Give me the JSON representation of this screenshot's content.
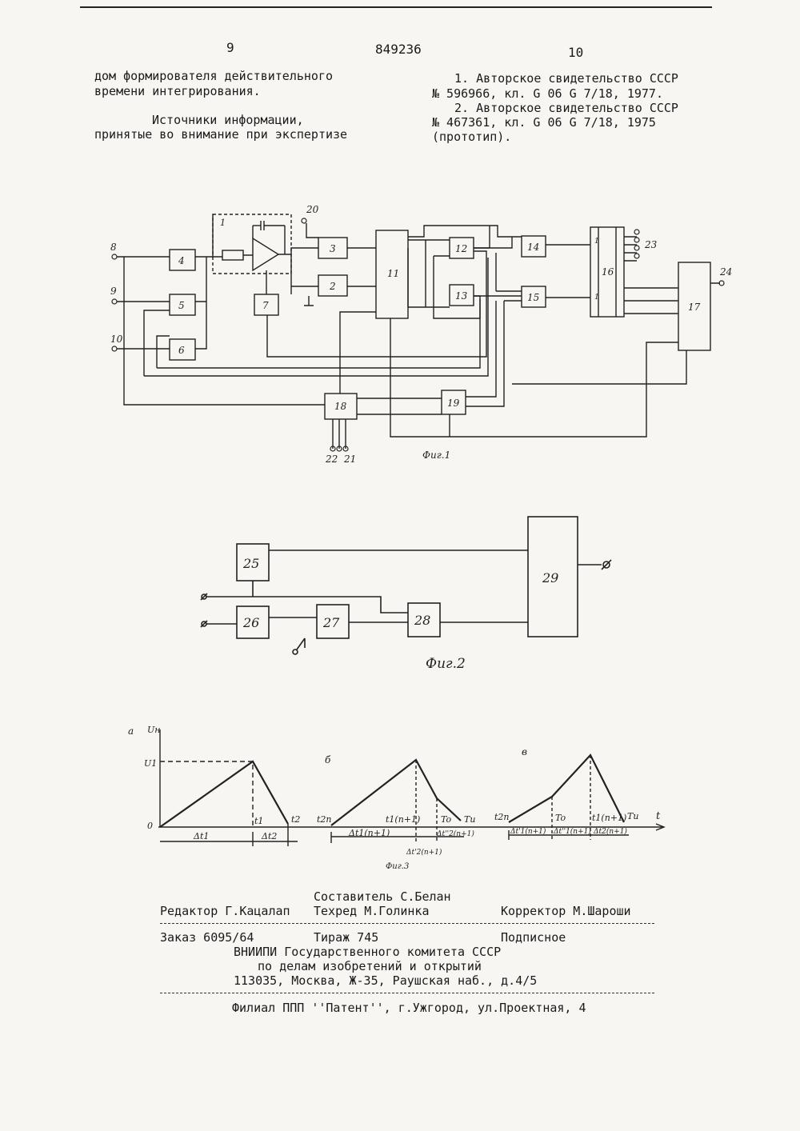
{
  "header": {
    "page_left": "9",
    "patent_number": "849236",
    "page_right": "10"
  },
  "left_column": {
    "line1": "дом формирователя действительного",
    "line2": "времени интегрирования.",
    "sources_line1": "Источники информации,",
    "sources_line2": "принятые во внимание при экспертизе"
  },
  "right_column": {
    "ref1_line1": "1. Авторское свидетельство СССР",
    "ref1_line2": "№ 596966, кл. G 06 G 7/18, 1977.",
    "ref2_line1": "2. Авторское свидетельство СССР",
    "ref2_line2": "№ 467361, кл. G 06 G 7/18, 1975",
    "ref2_line3": "(прототип)."
  },
  "fig1": {
    "caption": "Фиг.1",
    "blocks": [
      "1",
      "2",
      "3",
      "4",
      "5",
      "6",
      "7",
      "11",
      "12",
      "13",
      "14",
      "15",
      "16",
      "17",
      "18",
      "19"
    ],
    "terminals": [
      "8",
      "9",
      "10",
      "20",
      "21",
      "22",
      "23",
      "24"
    ]
  },
  "fig2": {
    "caption": "Фиг.2",
    "blocks": [
      "25",
      "26",
      "27",
      "28",
      "29"
    ]
  },
  "fig3": {
    "caption": "Фиг.3",
    "panel_a": "а",
    "panel_b": "б",
    "panel_v": "в",
    "u_axis": "Uн",
    "u1": "U1",
    "zero": "0",
    "t_axis": "t",
    "t1": "t1",
    "t2": "t2",
    "dt1": "Δt1",
    "dt2": "Δt2",
    "b_t2n": "t2n",
    "b_t1n": "t1(n+1)",
    "b_To": "To",
    "b_Tu": "Tu",
    "b_dt1n": "Δt1(n+1)",
    "b_dt2n": "Δt''2(n+1)",
    "b_dt2n_low": "Δt'2(n+1)",
    "v_t2n": "t2n",
    "v_To": "To",
    "v_t1n": "t1(n+1)",
    "v_Tu": "Tu",
    "v_dt1n": "Δt'1(n+1)",
    "v_dt1n2": "Δt''1(n+1)",
    "v_dt2n": "Δt2(n+1)"
  },
  "imprint": {
    "compiler": "Составитель С.Белан",
    "editor": "Редактор Г.Кацалап",
    "techred": "Техред М.Голинка",
    "corrector": "Корректор М.Шароши",
    "order": "Заказ 6095/64",
    "edition": "Тираж 745",
    "subscription": "Подписное",
    "org1": "ВНИИПИ Государственного комитета СССР",
    "org2": "по делам изобретений и открытий",
    "address": "113035, Москва, Ж-35, Раушская наб., д.4/5",
    "branch": "Филиал ППП ''Патент'', г.Ужгород, ул.Проектная, 4"
  }
}
